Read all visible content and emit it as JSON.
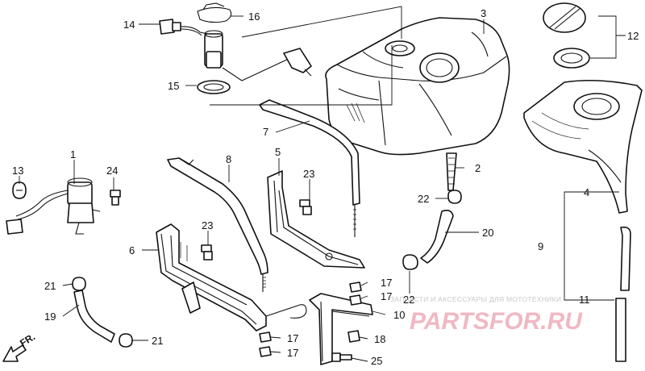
{
  "diagram": {
    "labels": [
      "1",
      "2",
      "3",
      "4",
      "5",
      "6",
      "7",
      "8",
      "9",
      "10",
      "11",
      "12",
      "13",
      "14",
      "15",
      "16",
      "17",
      "17",
      "17",
      "17",
      "18",
      "19",
      "20",
      "21",
      "21",
      "22",
      "22",
      "23",
      "23",
      "24",
      "25"
    ],
    "direction_label": "FR.",
    "watermark": {
      "caption": "ЗАПЧАСТИ И АКСЕССУАРЫ ДЛЯ МОТОТЕХНИКИ",
      "logo": "PARTSFOR.RU",
      "color": "#f0b8c4"
    }
  }
}
